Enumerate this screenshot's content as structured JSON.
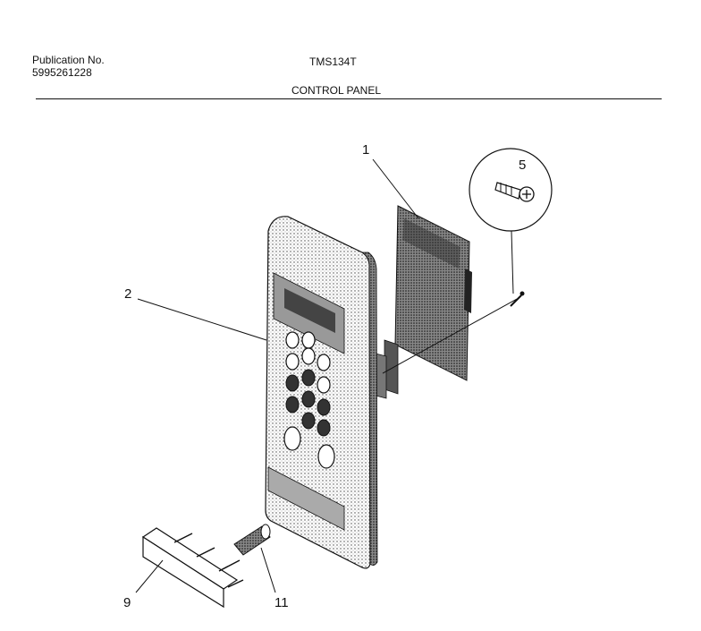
{
  "header": {
    "publication_label": "Publication No.",
    "publication_number": "5995261228",
    "model": "TMS134T",
    "section": "CONTROL PANEL"
  },
  "callouts": {
    "c1": "1",
    "c2": "2",
    "c5": "5",
    "c9": "9",
    "c11": "11"
  }
}
